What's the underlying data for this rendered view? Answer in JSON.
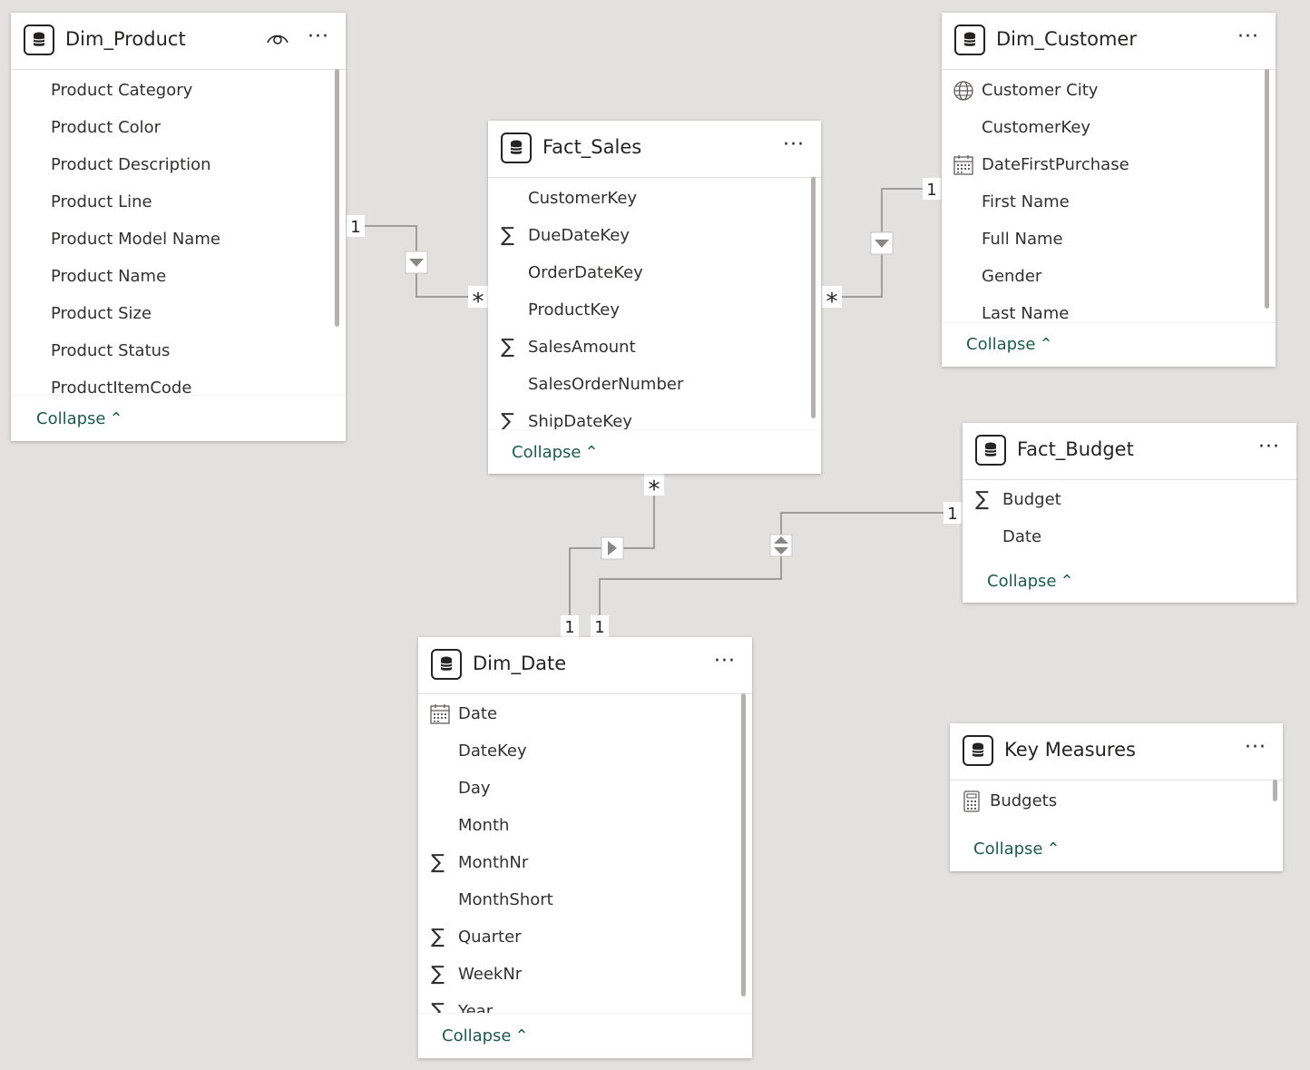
{
  "tables": {
    "dim_product": {
      "title": "Dim_Product",
      "fields": [
        "Product Category",
        "Product Color",
        "Product Description",
        "Product Line",
        "Product Model Name",
        "Product Name",
        "Product Size",
        "Product Status",
        "ProductItemCode"
      ],
      "icons": [
        "",
        "",
        "",
        "",
        "",
        "",
        "",
        "",
        ""
      ],
      "collapse": "Collapse"
    },
    "fact_sales": {
      "title": "Fact_Sales",
      "fields": [
        "CustomerKey",
        "DueDateKey",
        "OrderDateKey",
        "ProductKey",
        "SalesAmount",
        "SalesOrderNumber",
        "ShipDateKey"
      ],
      "icons": [
        "",
        "sigma-icon",
        "",
        "",
        "sigma-icon",
        "",
        "sigma-icon"
      ],
      "collapse": "Collapse"
    },
    "dim_customer": {
      "title": "Dim_Customer",
      "fields": [
        "Customer City",
        "CustomerKey",
        "DateFirstPurchase",
        "First Name",
        "Full Name",
        "Gender",
        "Last Name"
      ],
      "icons": [
        "globe-icon",
        "",
        "calendar-icon",
        "",
        "",
        "",
        ""
      ],
      "collapse": "Collapse"
    },
    "fact_budget": {
      "title": "Fact_Budget",
      "fields": [
        "Budget",
        "Date"
      ],
      "icons": [
        "sigma-icon",
        ""
      ],
      "collapse": "Collapse"
    },
    "dim_date": {
      "title": "Dim_Date",
      "fields": [
        "Date",
        "DateKey",
        "Day",
        "Month",
        "MonthNr",
        "MonthShort",
        "Quarter",
        "WeekNr",
        "Year"
      ],
      "icons": [
        "calendar-icon",
        "",
        "",
        "",
        "sigma-icon",
        "",
        "sigma-icon",
        "sigma-icon",
        "sigma-icon"
      ],
      "collapse": "Collapse"
    },
    "key_measures": {
      "title": "Key Measures",
      "fields": [
        "Budgets"
      ],
      "icons": [
        "calculator-icon"
      ],
      "collapse": "Collapse"
    }
  },
  "relationships": {
    "product_sales": {
      "one": "1",
      "many": "*"
    },
    "customer_sales": {
      "one": "1",
      "many": "*"
    },
    "date_sales": {
      "one": "1",
      "many": "*"
    },
    "date_budget": {
      "one": "1",
      "other": "1"
    }
  },
  "more_label": "···",
  "colors": {
    "canvas": "#e2e1e0",
    "line": "#8a8886",
    "link": "#1e5a4e"
  }
}
